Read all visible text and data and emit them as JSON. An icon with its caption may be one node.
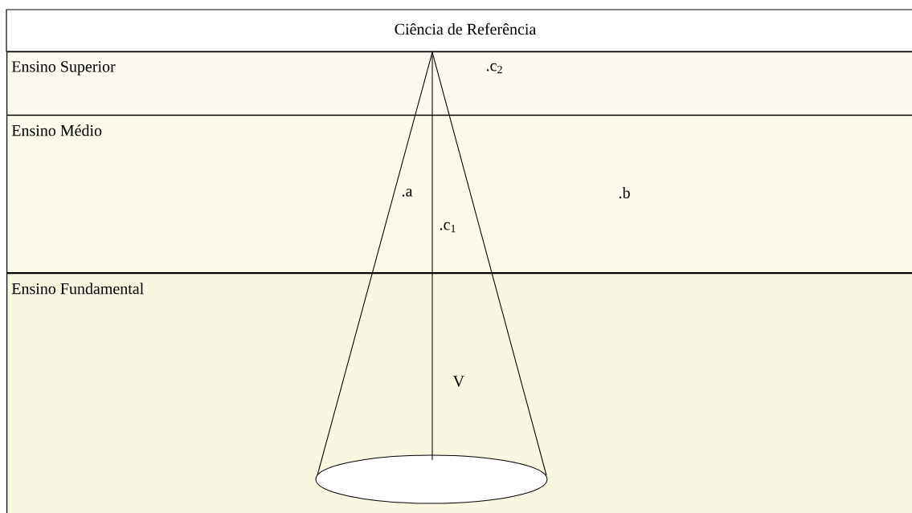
{
  "diagram": {
    "title": "Ciência de Referência",
    "nodes": [
      {
        "text": [
          "Ensino Superior"
        ]
      },
      {
        "text": [
          "Ensino Médio"
        ]
      },
      {
        "text": [
          "Ensino Fundamental"
        ]
      }
    ],
    "labels": [
      ".c$_{2}$",
      ".a",
      ".b",
      ".c$_{1}$",
      "V"
    ]
  }
}
